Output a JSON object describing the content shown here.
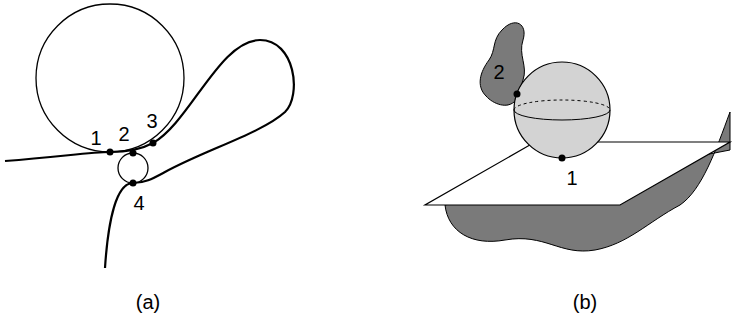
{
  "diagram": {
    "labels": [
      "1",
      "2",
      "3",
      "4",
      "(a)",
      "2",
      "1",
      "(b)"
    ]
  }
}
